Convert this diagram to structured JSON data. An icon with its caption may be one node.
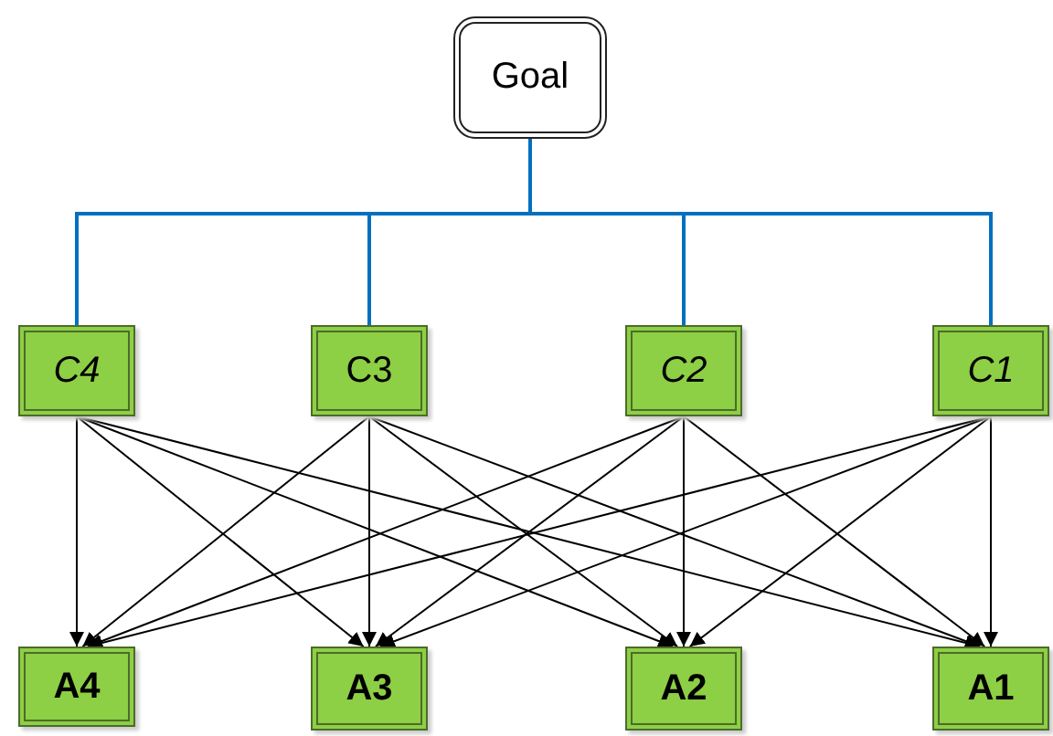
{
  "diagram": {
    "nodes": [
      {
        "text": [
          "Goal"
        ]
      },
      {
        "text": [
          "C4"
        ]
      },
      {
        "text": [
          "C3"
        ]
      },
      {
        "text": [
          "C2"
        ]
      },
      {
        "text": [
          "C1"
        ]
      },
      {
        "text": [
          "A4"
        ]
      },
      {
        "text": [
          "A3"
        ]
      },
      {
        "text": [
          "A2"
        ]
      },
      {
        "text": [
          "A1"
        ]
      }
    ],
    "edges": [
      {
        "from": 0,
        "to": 1,
        "arrow": "none",
        "color": "#0070c0"
      },
      {
        "from": 0,
        "to": 2,
        "arrow": "none",
        "color": "#0070c0"
      },
      {
        "from": 0,
        "to": 3,
        "arrow": "none",
        "color": "#0070c0"
      },
      {
        "from": 0,
        "to": 4,
        "arrow": "none",
        "color": "#0070c0"
      },
      {
        "from": 1,
        "to": 5,
        "arrow": "to"
      },
      {
        "from": 1,
        "to": 6,
        "arrow": "to"
      },
      {
        "from": 1,
        "to": 7,
        "arrow": "to"
      },
      {
        "from": 1,
        "to": 8,
        "arrow": "to"
      },
      {
        "from": 2,
        "to": 5,
        "arrow": "to"
      },
      {
        "from": 2,
        "to": 6,
        "arrow": "to"
      },
      {
        "from": 2,
        "to": 7,
        "arrow": "to"
      },
      {
        "from": 2,
        "to": 8,
        "arrow": "to"
      },
      {
        "from": 3,
        "to": 5,
        "arrow": "to"
      },
      {
        "from": 3,
        "to": 6,
        "arrow": "to"
      },
      {
        "from": 3,
        "to": 7,
        "arrow": "to"
      },
      {
        "from": 3,
        "to": 8,
        "arrow": "to"
      },
      {
        "from": 4,
        "to": 5,
        "arrow": "to"
      },
      {
        "from": 4,
        "to": 6,
        "arrow": "to"
      },
      {
        "from": 4,
        "to": 7,
        "arrow": "to"
      },
      {
        "from": 4,
        "to": 8,
        "arrow": "to"
      }
    ]
  }
}
